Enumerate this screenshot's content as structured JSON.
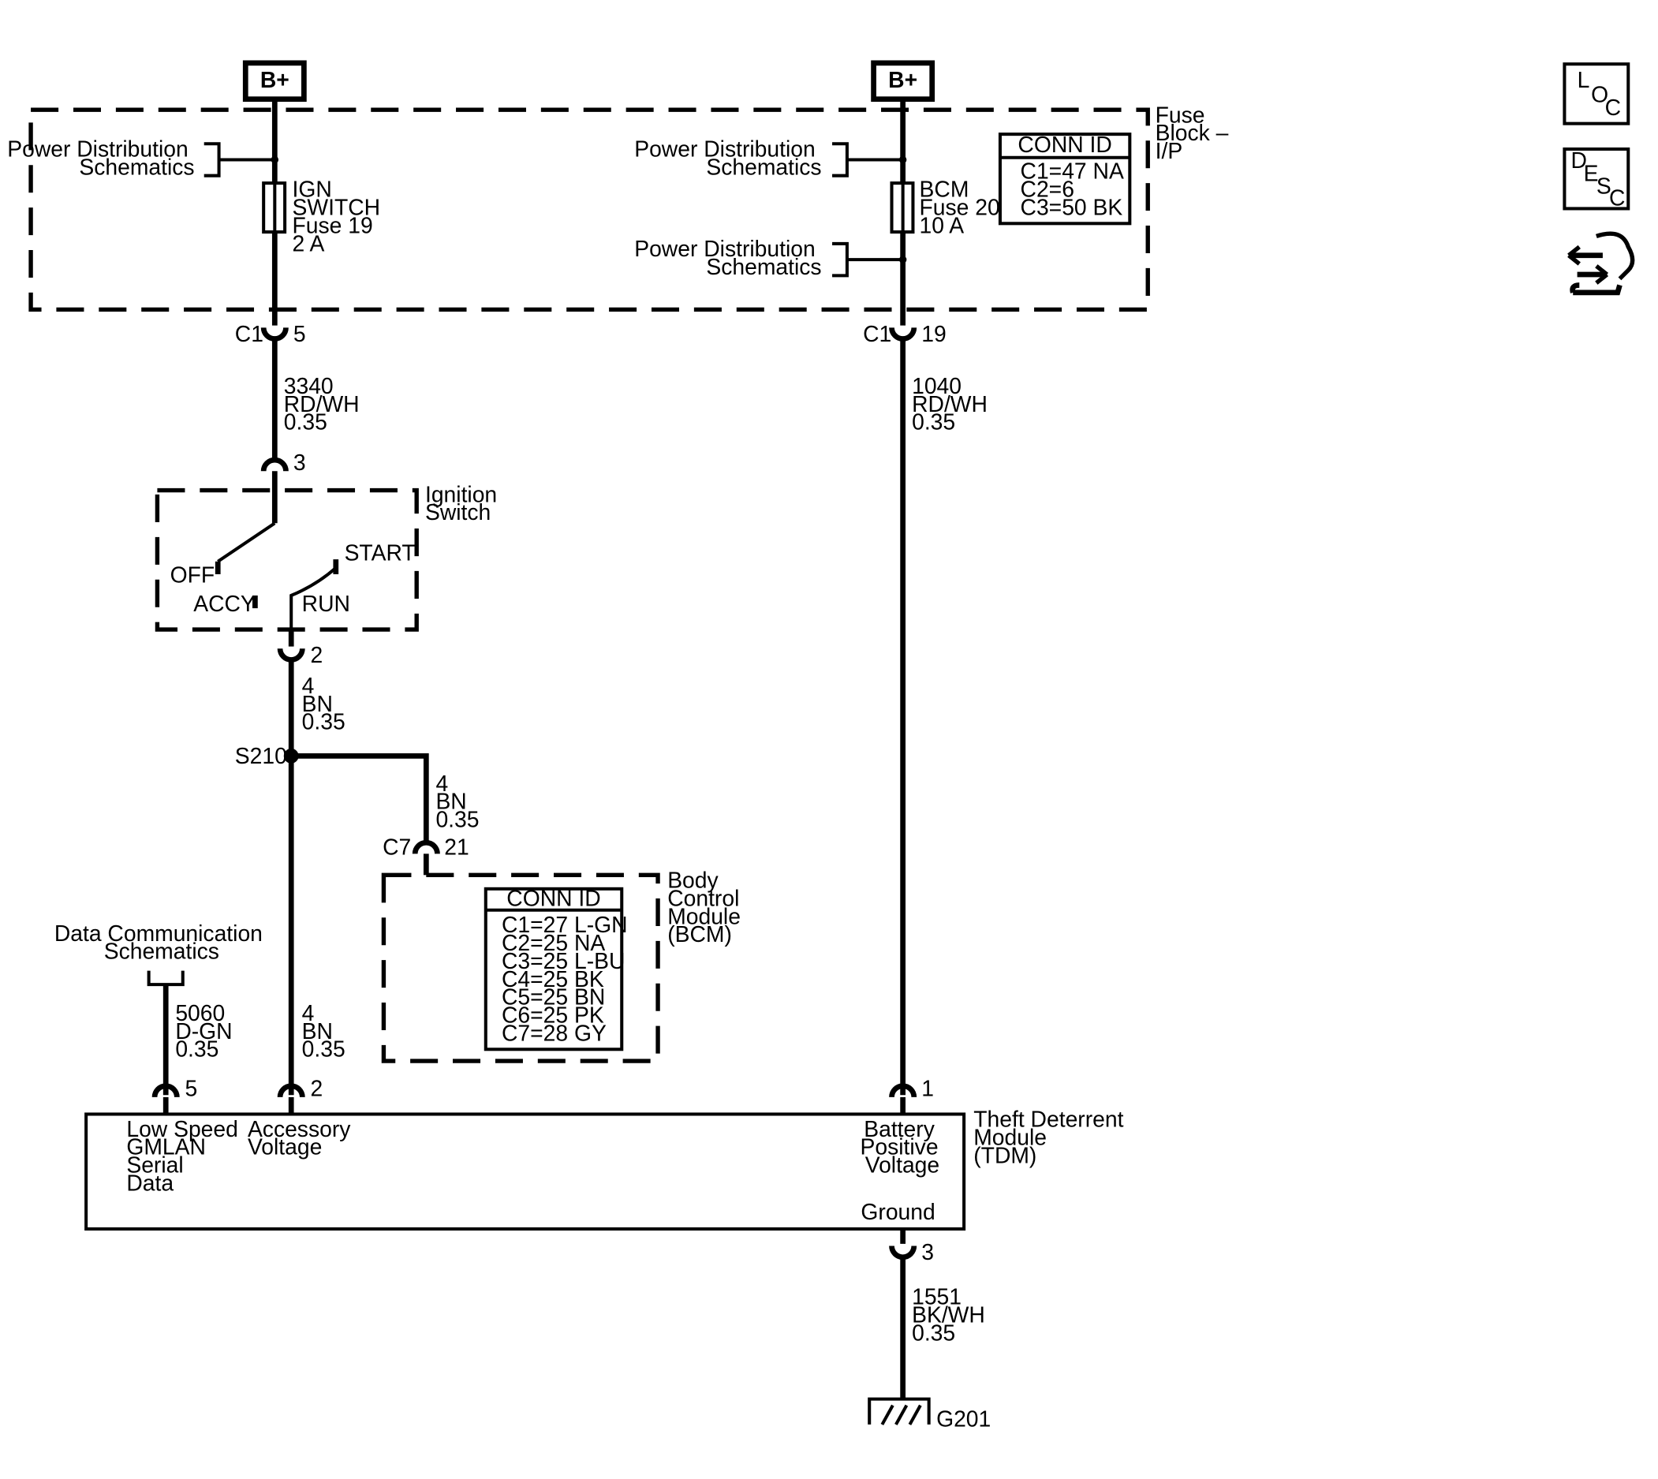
{
  "power": {
    "left_label": "B+",
    "right_label": "B+"
  },
  "fuse_block": {
    "name_lines": [
      "Fuse",
      "Block –",
      "I/P"
    ],
    "pd_schematics_left": [
      "Power Distribution",
      "Schematics"
    ],
    "pd_schematics_right_top": [
      "Power Distribution",
      "Schematics"
    ],
    "pd_schematics_right_bottom": [
      "Power Distribution",
      "Schematics"
    ],
    "fuse_left_lines": [
      "IGN",
      "SWITCH",
      "Fuse 19",
      "2 A"
    ],
    "fuse_right_lines": [
      "BCM",
      "Fuse 20",
      "10 A"
    ],
    "conn_id": {
      "title": "CONN ID",
      "rows": [
        "C1=47 NA",
        "C2=6",
        "C3=50 BK"
      ]
    }
  },
  "connectors": {
    "c1_left_name": "C1",
    "c1_left_pin": "5",
    "c1_right_name": "C1",
    "c1_right_pin": "19",
    "ign_in_pin": "3",
    "ign_out_pin": "2",
    "c7_name": "C7",
    "c7_pin": "21",
    "tdm_pin_data": "5",
    "tdm_pin_accy": "2",
    "tdm_pin_batt": "1",
    "tdm_pin_ground": "3"
  },
  "wires": {
    "w3340": [
      "3340",
      "RD/WH",
      "0.35"
    ],
    "w1040": [
      "1040",
      "RD/WH",
      "0.35"
    ],
    "w4_upper": [
      "4",
      "BN",
      "0.35"
    ],
    "w4_branch": [
      "4",
      "BN",
      "0.35"
    ],
    "w4_lower": [
      "4",
      "BN",
      "0.35"
    ],
    "w5060": [
      "5060",
      "D-GN",
      "0.35"
    ],
    "w1551": [
      "1551",
      "BK/WH",
      "0.35"
    ]
  },
  "splice": {
    "name": "S210"
  },
  "ignition_switch": {
    "name_lines": [
      "Ignition",
      "Switch"
    ],
    "positions": {
      "off": "OFF",
      "accy": "ACCY",
      "run": "RUN",
      "start": "START"
    }
  },
  "bcm": {
    "name_lines": [
      "Body",
      "Control",
      "Module",
      "(BCM)"
    ],
    "conn_id": {
      "title": "CONN ID",
      "rows": [
        "C1=27 L-GN",
        "C2=25 NA",
        "C3=25 L-BU",
        "C4=25 BK",
        "C5=25 BN",
        "C6=25 PK",
        "C7=28 GY"
      ]
    }
  },
  "data_comm": {
    "lines": [
      "Data Communication",
      "Schematics"
    ]
  },
  "tdm": {
    "name_lines": [
      "Theft Deterrent",
      "Module",
      "(TDM)"
    ],
    "pin_low_speed": [
      "Low Speed",
      "GMLAN",
      "Serial",
      "Data"
    ],
    "pin_accessory": [
      "Accessory",
      "Voltage"
    ],
    "pin_battery": [
      "Battery",
      "Positive",
      "Voltage"
    ],
    "pin_ground": "Ground"
  },
  "ground": {
    "name": "G201"
  },
  "nav": {
    "loc": [
      "L",
      "O",
      "C"
    ],
    "desc": [
      "D",
      "E",
      "S",
      "C"
    ]
  }
}
